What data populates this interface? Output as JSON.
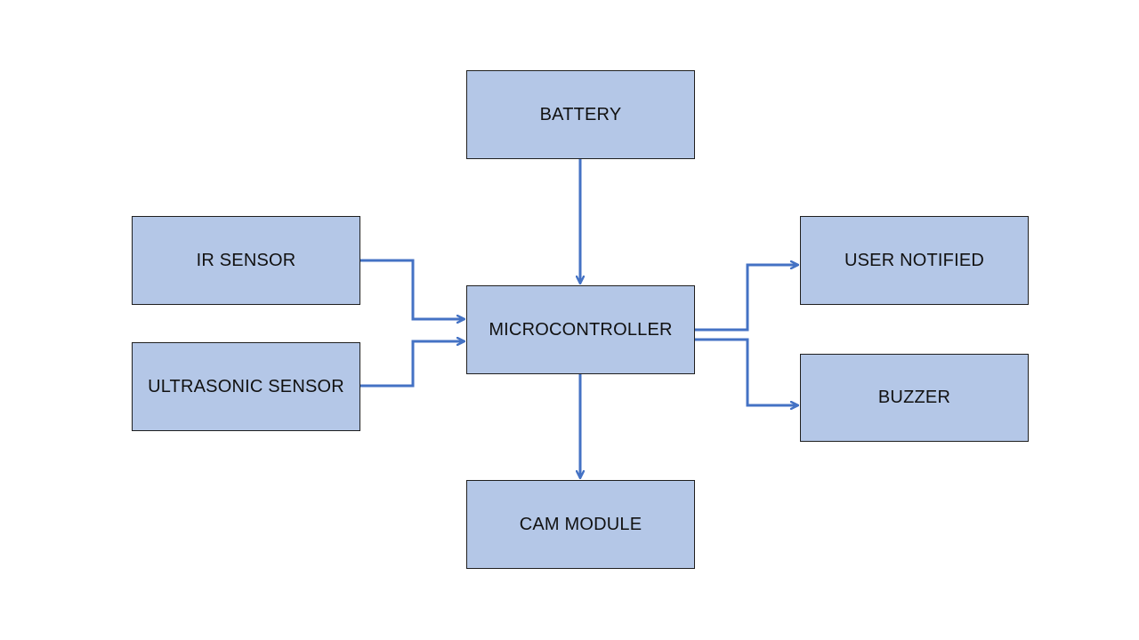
{
  "colors": {
    "box_fill": "#b4c7e7",
    "line": "#4472c4"
  },
  "blocks": {
    "battery": "BATTERY",
    "microcontroller": "MICROCONTROLLER",
    "cam_module": "CAM MODULE",
    "ir_sensor": "IR SENSOR",
    "ultrasonic_sensor": "ULTRASONIC SENSOR",
    "user_notified": "USER NOTIFIED",
    "buzzer": "BUZZER"
  },
  "connections": [
    {
      "from": "battery",
      "to": "microcontroller"
    },
    {
      "from": "ir_sensor",
      "to": "microcontroller"
    },
    {
      "from": "ultrasonic_sensor",
      "to": "microcontroller"
    },
    {
      "from": "microcontroller",
      "to": "user_notified"
    },
    {
      "from": "microcontroller",
      "to": "buzzer"
    },
    {
      "from": "microcontroller",
      "to": "cam_module"
    }
  ]
}
